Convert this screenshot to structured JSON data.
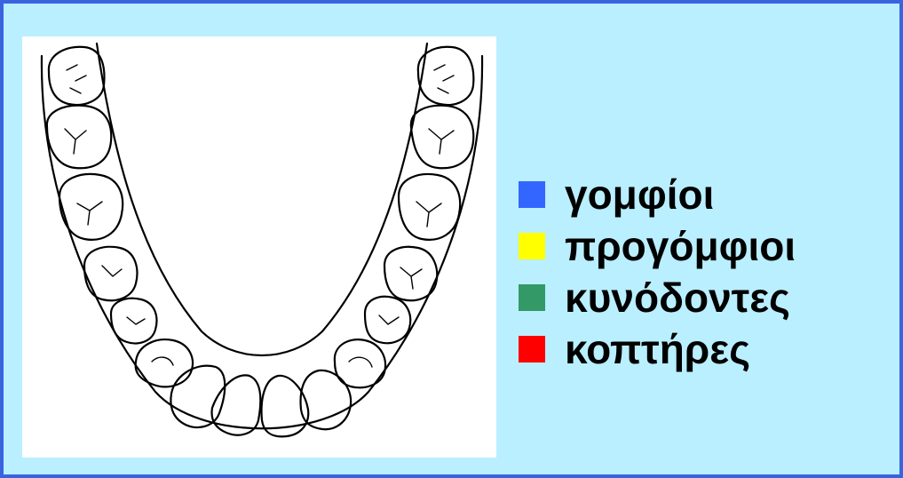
{
  "legend": {
    "items": [
      {
        "label": "γομφίοι",
        "color": "#3366ff"
      },
      {
        "label": "προγόμφιοι",
        "color": "#ffff00"
      },
      {
        "label": "κυνόδοντες",
        "color": "#339966"
      },
      {
        "label": "κοπτήρες",
        "color": "#ff0000"
      }
    ]
  },
  "colors": {
    "background": "#b9efff",
    "border": "#3a63e0",
    "diagram_background": "#ffffff",
    "line": "#000000"
  }
}
